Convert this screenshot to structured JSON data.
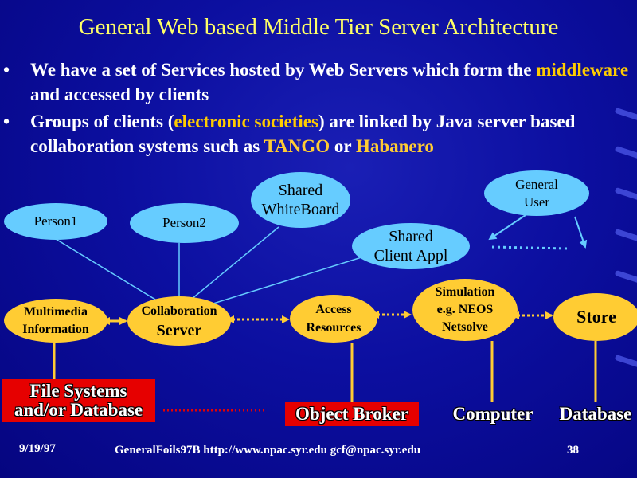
{
  "slide": {
    "title": "General Web based Middle Tier Server Architecture",
    "bullets": [
      {
        "text_a": "We have a set of Services hosted by Web Servers which form the ",
        "highlight": "middleware",
        "text_b": " and accessed by clients"
      },
      {
        "text_a": "Groups of clients (",
        "highlight": "electronic societies",
        "text_b": ") are linked by Java server based collaboration systems such as ",
        "highlight2": "TANGO",
        "text_c": " or ",
        "highlight3": "Habanero"
      }
    ]
  },
  "diagram": {
    "ellipses": {
      "person1": "Person1",
      "person2": "Person2",
      "whiteboard_l1": "Shared",
      "whiteboard_l2": "WhiteBoard",
      "general_user_l1": "General",
      "general_user_l2": "User",
      "shared_client_l1": "Shared",
      "shared_client_l2": "Client Appl",
      "multimedia_l1": "Multimedia",
      "multimedia_l2": "Information",
      "collab_l1": "Collaboration",
      "collab_l2": "Server",
      "access_l1": "Access",
      "access_l2": "Resources",
      "simulation_l1": "Simulation",
      "simulation_l2": "e.g. NEOS",
      "simulation_l3": "Netsolve",
      "store": "Store"
    },
    "boxes": {
      "filesystems_l1": "File Systems",
      "filesystems_l2": "and/or Database",
      "object_broker": "Object Broker",
      "computer": "Computer",
      "database": "Database"
    },
    "colors": {
      "ellipse_blue": "#66ccff",
      "ellipse_orange": "#ffcc33",
      "connector_orange": "#ffcc33",
      "link_lightblue": "#66ccff",
      "box_red": "#e60000",
      "title_yellow": "#ffff66"
    }
  },
  "footer": {
    "date": "9/19/97",
    "source": "GeneralFoils97B http://www.npac.syr.edu gcf@npac.syr.edu",
    "page": "38"
  }
}
